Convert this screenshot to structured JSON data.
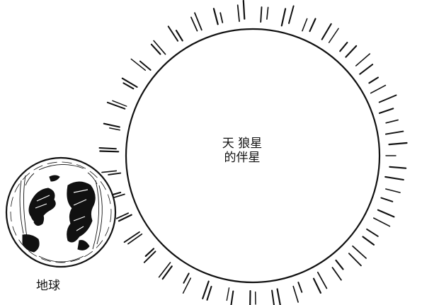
{
  "sirius_companion": {
    "label_line1": "天 狼星",
    "label_line2": "的伴星"
  },
  "earth": {
    "label": "地球"
  },
  "colors": {
    "ink": "#111111",
    "background": "#ffffff"
  }
}
